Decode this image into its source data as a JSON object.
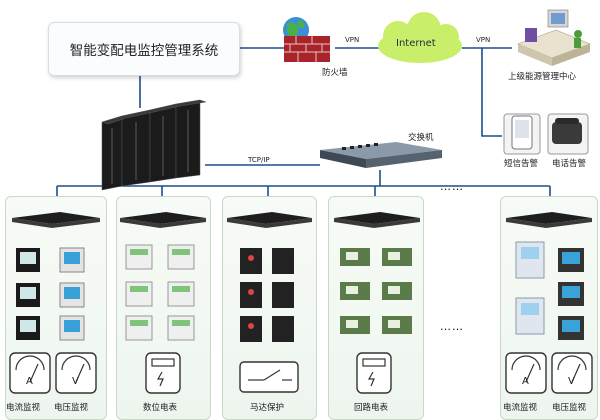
{
  "system_title": "智能变配电监控管理系统",
  "firewall_label": "防火墙",
  "vpn_label_left": "VPN",
  "vpn_label_right": "VPN",
  "internet_label": "Internet",
  "upper_center_label": "上级能源管理中心",
  "sms_alarm_label": "短信告警",
  "phone_alarm_label": "电话告警",
  "switch_label": "交换机",
  "tcpip_label": "TCP/IP",
  "ellipsis": "……",
  "groups": [
    {
      "caption_left": "电流监视",
      "caption_right": "电压监视",
      "meter_a": "A",
      "meter_v": "V"
    },
    {
      "caption": "数位电表"
    },
    {
      "caption": "马达保护"
    },
    {
      "caption": "回路电表"
    },
    {
      "caption_left": "电流监视",
      "caption_right": "电压监视",
      "meter_a": "A",
      "meter_v": "V"
    }
  ],
  "colors": {
    "line": "#1c4f8c",
    "panel_border": "#c8d9c8",
    "cloud": "#c9ef6a",
    "device_dark": "#1a1a1a"
  }
}
